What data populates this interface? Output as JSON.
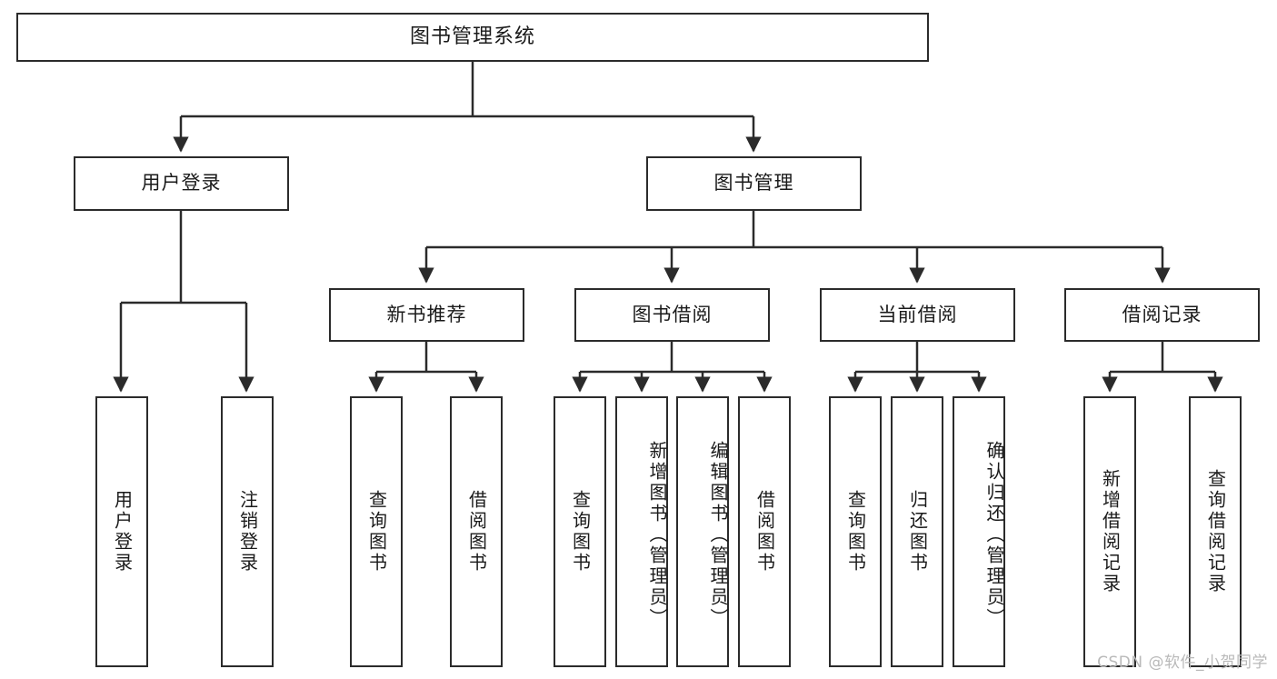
{
  "diagram": {
    "type": "tree",
    "title": "图书管理系统",
    "watermark": "CSDN @软件_小贺同学",
    "colors": {
      "box_border": "#2b2b2b",
      "box_fill": "#ffffff",
      "edge": "#2b2b2b",
      "text": "#1a1a1a",
      "watermark": "#b9b9b9"
    },
    "nodes": {
      "root": {
        "label": "图书管理系统",
        "level": 1
      },
      "user_login": {
        "label": "用户登录",
        "level": 2
      },
      "book_manage": {
        "label": "图书管理",
        "level": 2
      },
      "new_book_rec": {
        "label": "新书推荐",
        "level": 3
      },
      "book_borrow": {
        "label": "图书借阅",
        "level": 3
      },
      "current_borrow": {
        "label": "当前借阅",
        "level": 3
      },
      "borrow_record": {
        "label": "借阅记录",
        "level": 3
      },
      "leaf_user_login": {
        "label": "用户登录",
        "level": 4
      },
      "leaf_logout": {
        "label": "注销登录",
        "level": 4
      },
      "leaf_query_book_1": {
        "label": "查询图书",
        "level": 4
      },
      "leaf_borrow_book_1": {
        "label": "借阅图书",
        "level": 4
      },
      "leaf_query_book_2": {
        "label": "查询图书",
        "level": 4
      },
      "leaf_add_book": {
        "label": "新增图书（管理员）",
        "level": 4
      },
      "leaf_edit_book": {
        "label": "编辑图书（管理员）",
        "level": 4
      },
      "leaf_borrow_book_2": {
        "label": "借阅图书",
        "level": 4
      },
      "leaf_query_book_3": {
        "label": "查询图书",
        "level": 4
      },
      "leaf_return_book": {
        "label": "归还图书",
        "level": 4
      },
      "leaf_confirm_return": {
        "label": "确认归还（管理员）",
        "level": 4
      },
      "leaf_add_record": {
        "label": "新增借阅记录",
        "level": 4
      },
      "leaf_query_record": {
        "label": "查询借阅记录",
        "level": 4
      }
    },
    "edges": [
      {
        "from": "root",
        "to": "user_login"
      },
      {
        "from": "root",
        "to": "book_manage"
      },
      {
        "from": "book_manage",
        "to": "new_book_rec"
      },
      {
        "from": "book_manage",
        "to": "book_borrow"
      },
      {
        "from": "book_manage",
        "to": "current_borrow"
      },
      {
        "from": "book_manage",
        "to": "borrow_record"
      },
      {
        "from": "user_login",
        "to": "leaf_user_login"
      },
      {
        "from": "user_login",
        "to": "leaf_logout"
      },
      {
        "from": "new_book_rec",
        "to": "leaf_query_book_1"
      },
      {
        "from": "new_book_rec",
        "to": "leaf_borrow_book_1"
      },
      {
        "from": "book_borrow",
        "to": "leaf_query_book_2"
      },
      {
        "from": "book_borrow",
        "to": "leaf_add_book"
      },
      {
        "from": "book_borrow",
        "to": "leaf_edit_book"
      },
      {
        "from": "book_borrow",
        "to": "leaf_borrow_book_2"
      },
      {
        "from": "current_borrow",
        "to": "leaf_query_book_3"
      },
      {
        "from": "current_borrow",
        "to": "leaf_return_book"
      },
      {
        "from": "current_borrow",
        "to": "leaf_confirm_return"
      },
      {
        "from": "borrow_record",
        "to": "leaf_add_record"
      },
      {
        "from": "borrow_record",
        "to": "leaf_query_record"
      }
    ]
  }
}
